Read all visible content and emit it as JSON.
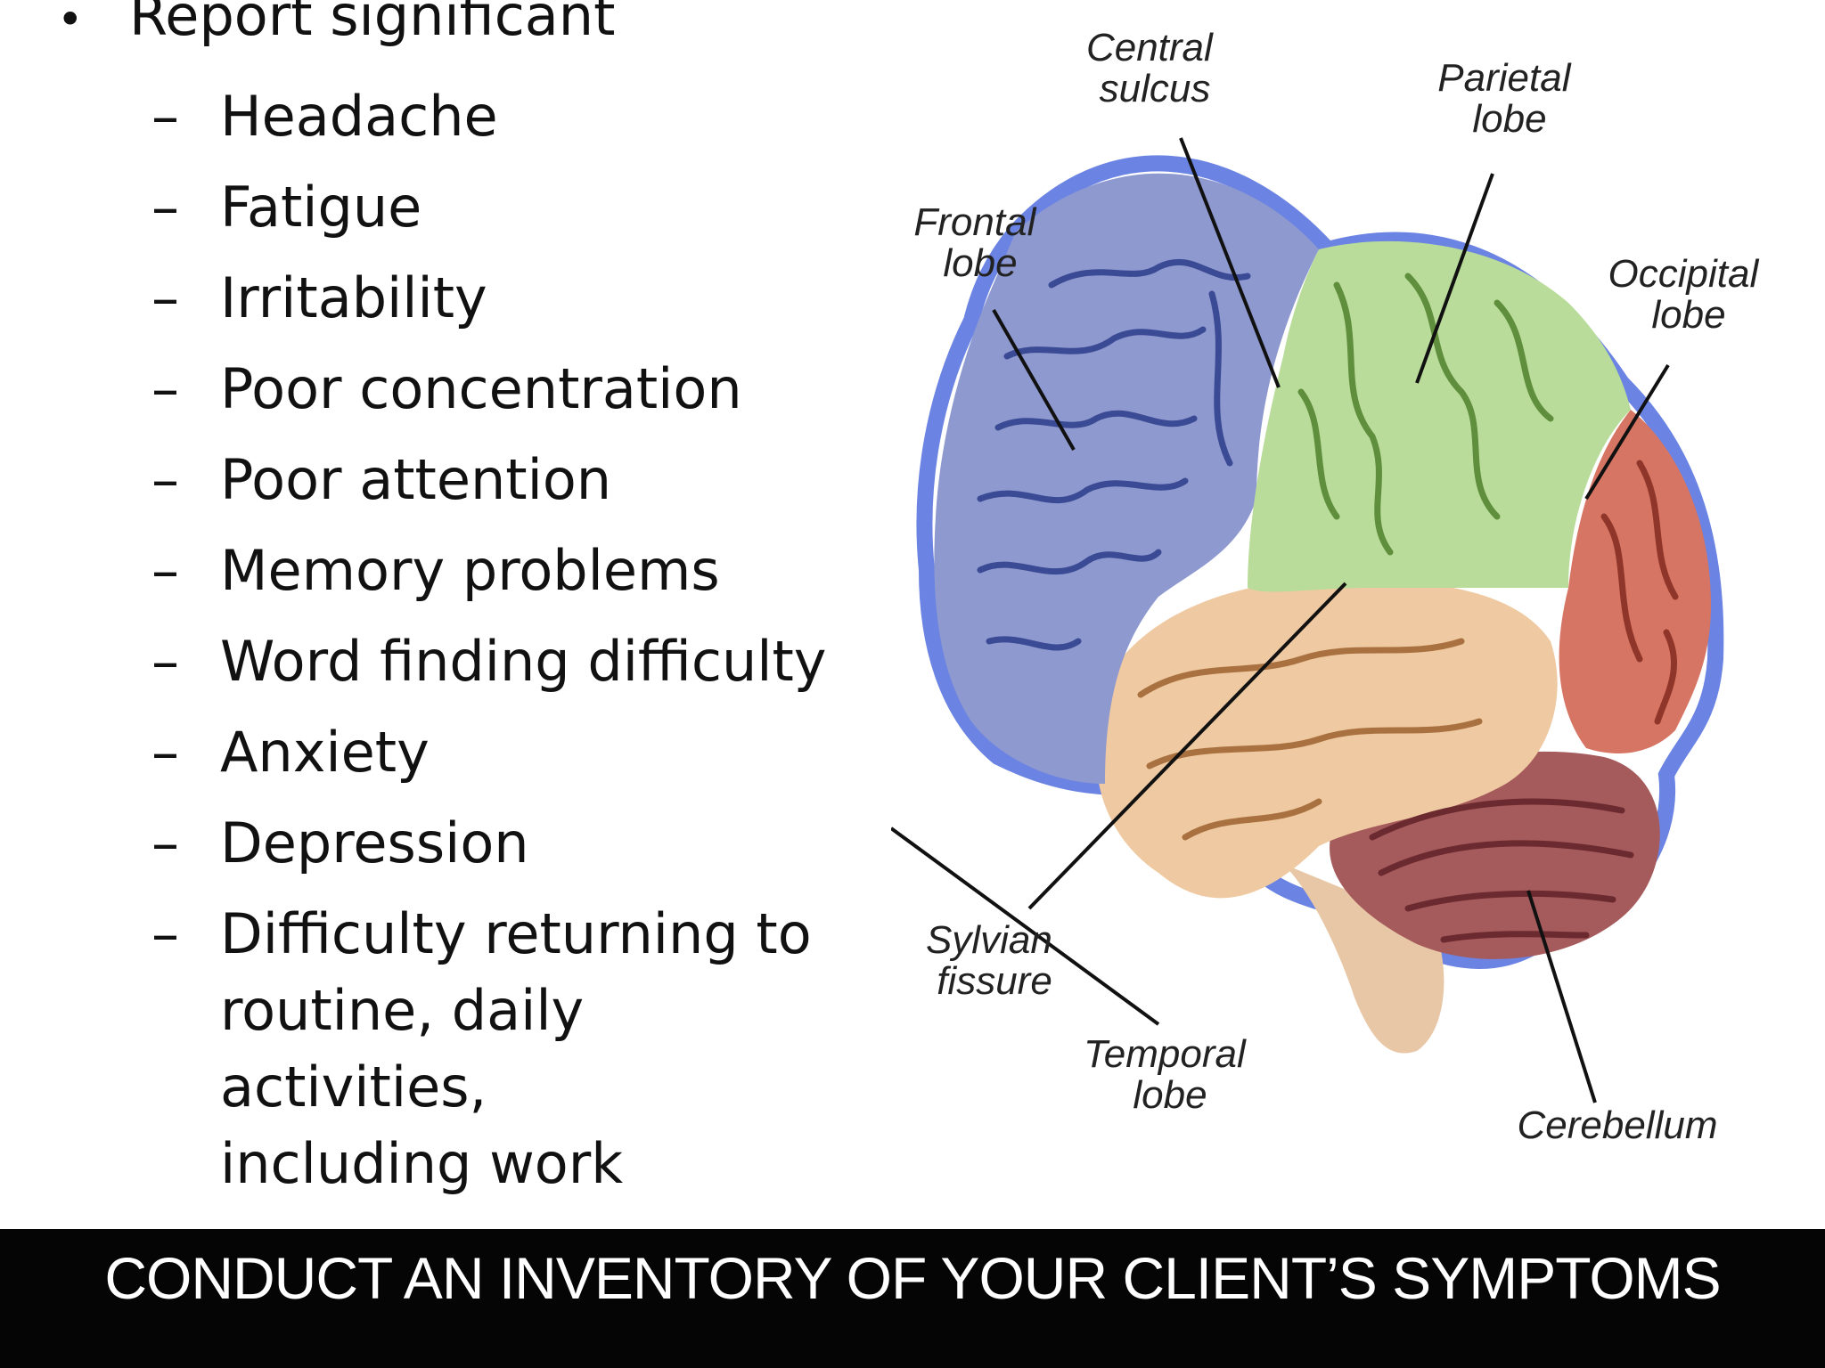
{
  "bullet": {
    "heading": "Report significant",
    "items": [
      {
        "dash": "–",
        "lines": [
          "Headache"
        ]
      },
      {
        "dash": "–",
        "lines": [
          "Fatigue"
        ]
      },
      {
        "dash": "–",
        "lines": [
          "Irritability"
        ]
      },
      {
        "dash": "–",
        "lines": [
          "Poor concentration"
        ]
      },
      {
        "dash": "–",
        "lines": [
          "Poor attention"
        ]
      },
      {
        "dash": "–",
        "lines": [
          "Memory problems"
        ]
      },
      {
        "dash": "–",
        "lines": [
          "Word finding difficulty"
        ]
      },
      {
        "dash": "–",
        "lines": [
          "Anxiety"
        ]
      },
      {
        "dash": "–",
        "lines": [
          "Depression"
        ]
      },
      {
        "dash": "–",
        "lines": [
          "Difficulty returning to",
          "routine, daily activities,",
          "including work"
        ]
      }
    ]
  },
  "diagram": {
    "labels": {
      "central_sulcus": [
        "Central",
        "sulcus"
      ],
      "parietal_lobe": [
        "Parietal",
        "lobe"
      ],
      "frontal_lobe": [
        "Frontal",
        "lobe"
      ],
      "occipital_lobe": [
        "Occipital",
        "lobe"
      ],
      "sylvian_fissure": [
        "Sylvian",
        "fissure"
      ],
      "temporal_lobe": [
        "Temporal",
        "lobe"
      ],
      "cerebellum": [
        "Cerebellum"
      ]
    },
    "colors": {
      "frontal": "#8e99cf",
      "parietal": "#b9dc9a",
      "occipital": "#d67563",
      "temporal": "#efc9a1",
      "cerebellum": "#a55a5c",
      "brainstem": "#e8c7a6",
      "outline": "#2c4fd6"
    }
  },
  "footer": {
    "title": "CONDUCT AN INVENTORY OF YOUR CLIENT’S SYMPTOMS"
  }
}
